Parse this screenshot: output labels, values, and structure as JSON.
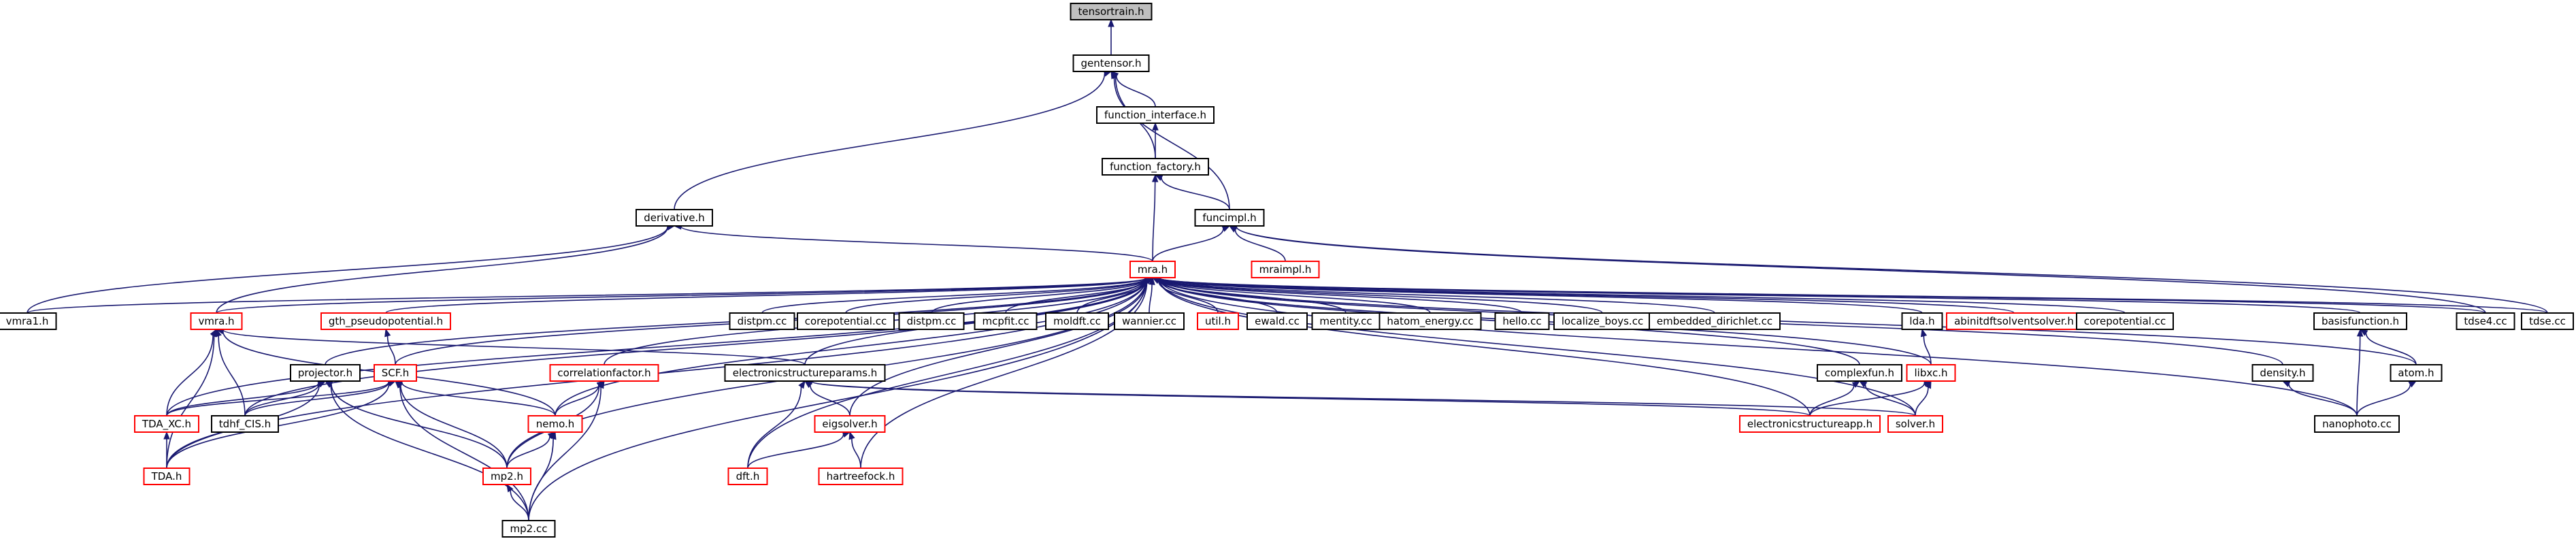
{
  "colors": {
    "edge": "#191970",
    "node_border": "#000000",
    "node_border_truncated": "#ff0000",
    "root_fill": "#bfbfbf",
    "node_fill": "#ffffff"
  },
  "graph": {
    "nodes": [
      {
        "id": "tensortrain_h",
        "label": "tensortrain.h",
        "style": "root"
      },
      {
        "id": "gentensor_h",
        "label": "gentensor.h",
        "style": "normal"
      },
      {
        "id": "function_interface_h",
        "label": "function_interface.h",
        "style": "normal"
      },
      {
        "id": "function_factory_h",
        "label": "function_factory.h",
        "style": "normal"
      },
      {
        "id": "derivative_h",
        "label": "derivative.h",
        "style": "normal"
      },
      {
        "id": "funcimpl_h",
        "label": "funcimpl.h",
        "style": "normal"
      },
      {
        "id": "mraimpl_h",
        "label": "mraimpl.h",
        "style": "truncated"
      },
      {
        "id": "mra_h",
        "label": "mra.h",
        "style": "truncated"
      },
      {
        "id": "vmra1_h",
        "label": "vmra1.h",
        "style": "normal"
      },
      {
        "id": "vmra_h",
        "label": "vmra.h",
        "style": "truncated"
      },
      {
        "id": "gth_pseudopotential_h",
        "label": "gth_pseudopotential.h",
        "style": "truncated"
      },
      {
        "id": "distpm_cc",
        "label": "distpm.cc",
        "style": "normal"
      },
      {
        "id": "corepotential_cc_a",
        "label": "corepotential.cc",
        "style": "normal"
      },
      {
        "id": "distpm_cc_b",
        "label": "distpm.cc",
        "style": "normal"
      },
      {
        "id": "mcpfit_cc",
        "label": "mcpfit.cc",
        "style": "normal"
      },
      {
        "id": "moldft_cc",
        "label": "moldft.cc",
        "style": "normal"
      },
      {
        "id": "wannier_cc",
        "label": "wannier.cc",
        "style": "normal"
      },
      {
        "id": "util_h",
        "label": "util.h",
        "style": "truncated"
      },
      {
        "id": "ewald_cc",
        "label": "ewald.cc",
        "style": "normal"
      },
      {
        "id": "mentity_cc",
        "label": "mentity.cc",
        "style": "normal"
      },
      {
        "id": "hatom_energy_cc",
        "label": "hatom_energy.cc",
        "style": "normal"
      },
      {
        "id": "hello_cc",
        "label": "hello.cc",
        "style": "normal"
      },
      {
        "id": "localize_boys_cc",
        "label": "localize_boys.cc",
        "style": "normal"
      },
      {
        "id": "embedded_dirichlet_cc",
        "label": "embedded_dirichlet.cc",
        "style": "normal"
      },
      {
        "id": "lda_h",
        "label": "lda.h",
        "style": "normal"
      },
      {
        "id": "abinitdftsolventsolver_h",
        "label": "abinitdftsolventsolver.h",
        "style": "truncated"
      },
      {
        "id": "corepotential_cc_b",
        "label": "corepotential.cc",
        "style": "normal"
      },
      {
        "id": "basisfunction_h",
        "label": "basisfunction.h",
        "style": "normal"
      },
      {
        "id": "tdse4_cc",
        "label": "tdse4.cc",
        "style": "normal"
      },
      {
        "id": "tdse_cc",
        "label": "tdse.cc",
        "style": "normal"
      },
      {
        "id": "projector_h",
        "label": "projector.h",
        "style": "normal"
      },
      {
        "id": "SCF_h",
        "label": "SCF.h",
        "style": "truncated"
      },
      {
        "id": "correlationfactor_h",
        "label": "correlationfactor.h",
        "style": "truncated"
      },
      {
        "id": "electronicstructureparams_h",
        "label": "electronicstructureparams.h",
        "style": "normal"
      },
      {
        "id": "complexfun_h",
        "label": "complexfun.h",
        "style": "normal"
      },
      {
        "id": "libxc_h",
        "label": "libxc.h",
        "style": "truncated"
      },
      {
        "id": "density_h",
        "label": "density.h",
        "style": "normal"
      },
      {
        "id": "atom_h",
        "label": "atom.h",
        "style": "normal"
      },
      {
        "id": "TDA_XC_h",
        "label": "TDA_XC.h",
        "style": "truncated"
      },
      {
        "id": "tdhf_CIS_h",
        "label": "tdhf_CIS.h",
        "style": "normal"
      },
      {
        "id": "nemo_h",
        "label": "nemo.h",
        "style": "truncated"
      },
      {
        "id": "eigsolver_h",
        "label": "eigsolver.h",
        "style": "truncated"
      },
      {
        "id": "electronicstructureapp_h",
        "label": "electronicstructureapp.h",
        "style": "truncated"
      },
      {
        "id": "solver_h",
        "label": "solver.h",
        "style": "truncated"
      },
      {
        "id": "nanophoto_cc",
        "label": "nanophoto.cc",
        "style": "normal"
      },
      {
        "id": "TDA_h",
        "label": "TDA.h",
        "style": "truncated"
      },
      {
        "id": "mp2_h",
        "label": "mp2.h",
        "style": "truncated"
      },
      {
        "id": "dft_h",
        "label": "dft.h",
        "style": "truncated"
      },
      {
        "id": "hartreefock_h",
        "label": "hartreefock.h",
        "style": "truncated"
      },
      {
        "id": "mp2_cc",
        "label": "mp2.cc",
        "style": "normal"
      }
    ],
    "edges": [
      [
        "tensortrain_h",
        "gentensor_h"
      ],
      [
        "gentensor_h",
        "function_interface_h"
      ],
      [
        "gentensor_h",
        "function_factory_h"
      ],
      [
        "gentensor_h",
        "derivative_h"
      ],
      [
        "gentensor_h",
        "funcimpl_h"
      ],
      [
        "function_interface_h",
        "function_factory_h"
      ],
      [
        "function_factory_h",
        "funcimpl_h"
      ],
      [
        "function_factory_h",
        "mra_h"
      ],
      [
        "funcimpl_h",
        "mra_h"
      ],
      [
        "funcimpl_h",
        "mraimpl_h"
      ],
      [
        "funcimpl_h",
        "tdse4_cc"
      ],
      [
        "funcimpl_h",
        "tdse_cc"
      ],
      [
        "derivative_h",
        "mra_h"
      ],
      [
        "derivative_h",
        "vmra_h"
      ],
      [
        "derivative_h",
        "vmra1_h"
      ],
      [
        "mra_h",
        "vmra1_h"
      ],
      [
        "mra_h",
        "vmra_h"
      ],
      [
        "mra_h",
        "gth_pseudopotential_h"
      ],
      [
        "mra_h",
        "distpm_cc"
      ],
      [
        "mra_h",
        "corepotential_cc_a"
      ],
      [
        "mra_h",
        "distpm_cc_b"
      ],
      [
        "mra_h",
        "mcpfit_cc"
      ],
      [
        "mra_h",
        "moldft_cc"
      ],
      [
        "mra_h",
        "wannier_cc"
      ],
      [
        "mra_h",
        "util_h"
      ],
      [
        "mra_h",
        "ewald_cc"
      ],
      [
        "mra_h",
        "mentity_cc"
      ],
      [
        "mra_h",
        "hatom_energy_cc"
      ],
      [
        "mra_h",
        "hello_cc"
      ],
      [
        "mra_h",
        "localize_boys_cc"
      ],
      [
        "mra_h",
        "embedded_dirichlet_cc"
      ],
      [
        "mra_h",
        "lda_h"
      ],
      [
        "mra_h",
        "abinitdftsolventsolver_h"
      ],
      [
        "mra_h",
        "corepotential_cc_b"
      ],
      [
        "mra_h",
        "basisfunction_h"
      ],
      [
        "mra_h",
        "tdse4_cc"
      ],
      [
        "mra_h",
        "tdse_cc"
      ],
      [
        "mra_h",
        "projector_h"
      ],
      [
        "mra_h",
        "SCF_h"
      ],
      [
        "mra_h",
        "correlationfactor_h"
      ],
      [
        "mra_h",
        "electronicstructureparams_h"
      ],
      [
        "mra_h",
        "complexfun_h"
      ],
      [
        "mra_h",
        "libxc_h"
      ],
      [
        "mra_h",
        "density_h"
      ],
      [
        "mra_h",
        "atom_h"
      ],
      [
        "mra_h",
        "TDA_XC_h"
      ],
      [
        "mra_h",
        "tdhf_CIS_h"
      ],
      [
        "mra_h",
        "nemo_h"
      ],
      [
        "mra_h",
        "eigsolver_h"
      ],
      [
        "mra_h",
        "electronicstructureapp_h"
      ],
      [
        "mra_h",
        "solver_h"
      ],
      [
        "mra_h",
        "nanophoto_cc"
      ],
      [
        "mra_h",
        "TDA_h"
      ],
      [
        "mra_h",
        "mp2_h"
      ],
      [
        "mra_h",
        "dft_h"
      ],
      [
        "mra_h",
        "hartreefock_h"
      ],
      [
        "mra_h",
        "mp2_cc"
      ],
      [
        "vmra_h",
        "electronicstructureparams_h"
      ],
      [
        "vmra_h",
        "TDA_XC_h"
      ],
      [
        "vmra_h",
        "tdhf_CIS_h"
      ],
      [
        "vmra_h",
        "TDA_h"
      ],
      [
        "vmra_h",
        "nemo_h"
      ],
      [
        "gth_pseudopotential_h",
        "SCF_h"
      ],
      [
        "projector_h",
        "TDA_XC_h"
      ],
      [
        "projector_h",
        "tdhf_CIS_h"
      ],
      [
        "projector_h",
        "TDA_h"
      ],
      [
        "projector_h",
        "mp2_h"
      ],
      [
        "projector_h",
        "mp2_cc"
      ],
      [
        "SCF_h",
        "TDA_XC_h"
      ],
      [
        "SCF_h",
        "tdhf_CIS_h"
      ],
      [
        "SCF_h",
        "TDA_h"
      ],
      [
        "SCF_h",
        "nemo_h"
      ],
      [
        "SCF_h",
        "mp2_h"
      ],
      [
        "SCF_h",
        "mp2_cc"
      ],
      [
        "correlationfactor_h",
        "nemo_h"
      ],
      [
        "correlationfactor_h",
        "mp2_h"
      ],
      [
        "correlationfactor_h",
        "mp2_cc"
      ],
      [
        "electronicstructureparams_h",
        "eigsolver_h"
      ],
      [
        "electronicstructureparams_h",
        "dft_h"
      ],
      [
        "electronicstructureparams_h",
        "electronicstructureapp_h"
      ],
      [
        "electronicstructureparams_h",
        "solver_h"
      ],
      [
        "complexfun_h",
        "electronicstructureapp_h"
      ],
      [
        "complexfun_h",
        "solver_h"
      ],
      [
        "lda_h",
        "libxc_h"
      ],
      [
        "libxc_h",
        "electronicstructureapp_h"
      ],
      [
        "libxc_h",
        "solver_h"
      ],
      [
        "basisfunction_h",
        "atom_h"
      ],
      [
        "basisfunction_h",
        "nanophoto_cc"
      ],
      [
        "atom_h",
        "nanophoto_cc"
      ],
      [
        "density_h",
        "nanophoto_cc"
      ],
      [
        "TDA_XC_h",
        "TDA_h"
      ],
      [
        "nemo_h",
        "mp2_h"
      ],
      [
        "nemo_h",
        "mp2_cc"
      ],
      [
        "eigsolver_h",
        "dft_h"
      ],
      [
        "eigsolver_h",
        "hartreefock_h"
      ],
      [
        "mp2_h",
        "mp2_cc"
      ]
    ]
  }
}
